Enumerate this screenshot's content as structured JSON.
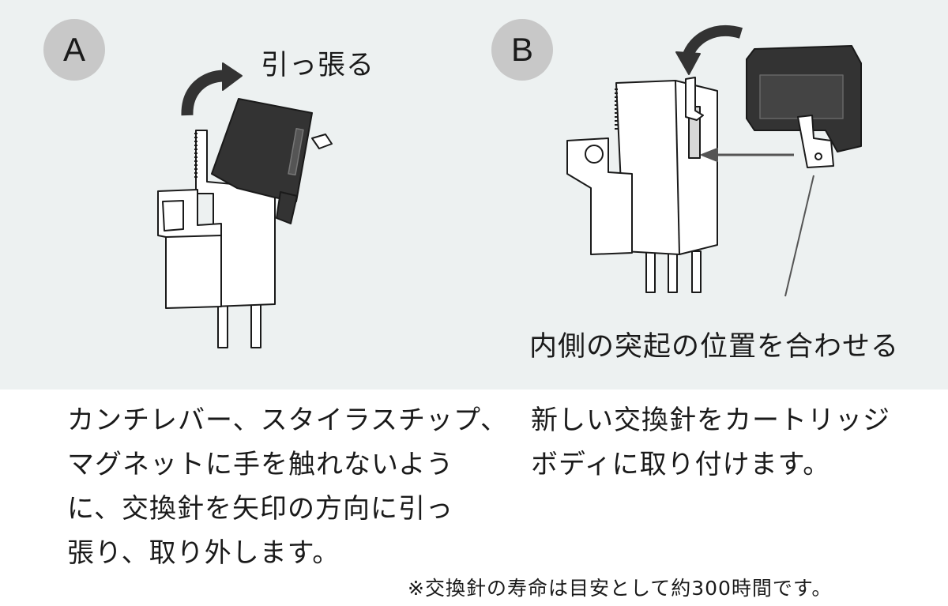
{
  "step_a": {
    "badge": "A",
    "action_label": "引っ張る",
    "text_lines": [
      "カンチレバー、スタイラスチップ、",
      "マグネットに手を触れないよう",
      "に、交換針を矢印の方向に引っ",
      "張り、取り外します。"
    ]
  },
  "step_b": {
    "badge": "B",
    "callout_label": "内側の突起の位置を合わせる",
    "text_lines": [
      "新しい交換針をカートリッジ",
      "ボディに取り付けます。"
    ]
  },
  "footnote": "※交換針の寿命は目安として約300時間です。",
  "colors": {
    "panel_background": "#edf1f1",
    "badge_background": "#c8c8c8",
    "stylus_dark": "#333333",
    "outline": "#1a1a1a"
  }
}
